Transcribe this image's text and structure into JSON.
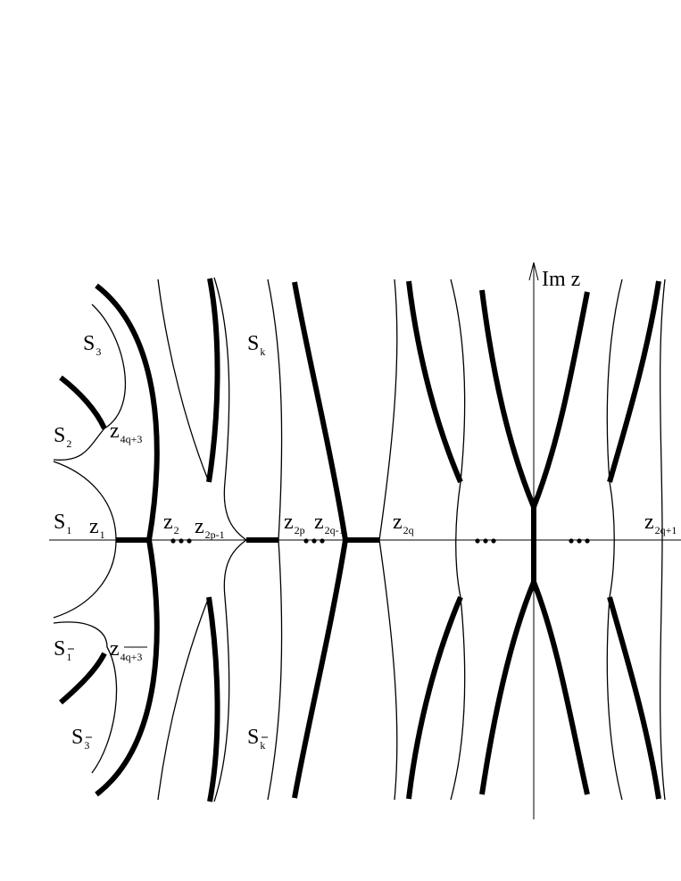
{
  "axis": {
    "label": "Im z"
  },
  "labels": {
    "S3": {
      "main": "S",
      "sub": "3"
    },
    "S2": {
      "main": "S",
      "sub": "2"
    },
    "S1": {
      "main": "S",
      "sub": "1"
    },
    "Sk": {
      "main": "S",
      "sub": "k"
    },
    "S1bar": {
      "main": "S",
      "sub": "1"
    },
    "S3bar": {
      "main": "S",
      "sub": "3"
    },
    "Skbar": {
      "main": "S",
      "sub": "k"
    },
    "z4q3": {
      "main": "z",
      "sub": "4q+3"
    },
    "z4q3bar": {
      "main": "z",
      "sub": "4q+3"
    },
    "z1": {
      "main": "z",
      "sub": "1"
    },
    "z2": {
      "main": "z",
      "sub": "2"
    },
    "z2p1": {
      "main": "z",
      "sub": "2p-1"
    },
    "z2p": {
      "main": "z",
      "sub": "2p"
    },
    "z2q1": {
      "main": "z",
      "sub": "2q-1"
    },
    "z2q": {
      "main": "z",
      "sub": "2q"
    },
    "z2qp1": {
      "main": "z",
      "sub": "2q+1"
    }
  }
}
